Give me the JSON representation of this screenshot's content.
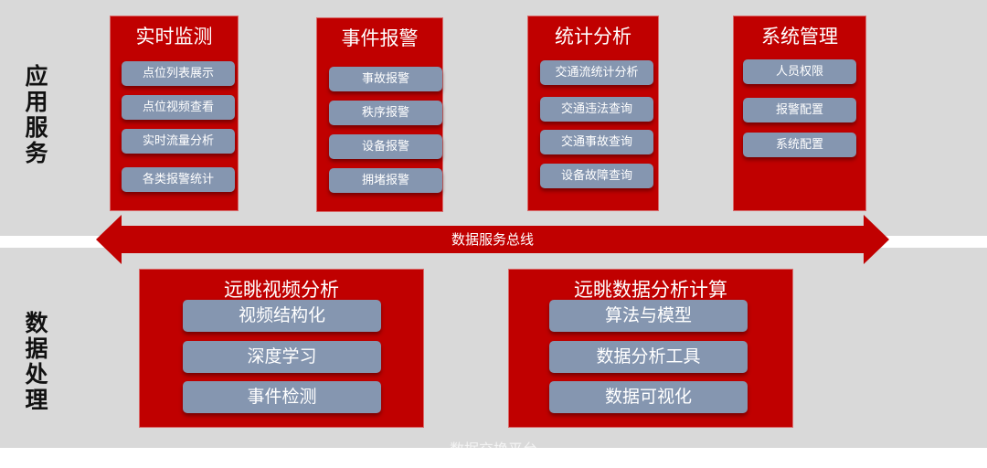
{
  "layers": {
    "app": "应用服务",
    "data": "数据处理"
  },
  "app_panels": [
    {
      "title": "实时监测",
      "items": [
        "点位列表展示",
        "点位视频查看",
        "实时流量分析",
        "各类报警统计"
      ]
    },
    {
      "title": "事件报警",
      "items": [
        "事故报警",
        "秩序报警",
        "设备报警",
        "拥堵报警"
      ]
    },
    {
      "title": "统计分析",
      "items": [
        "交通流统计分析",
        "交通违法查询",
        "交通事故查询",
        "设备故障查询"
      ]
    },
    {
      "title": "系统管理",
      "items": [
        "人员权限",
        "报警配置",
        "系统配置"
      ]
    }
  ],
  "bus": {
    "label": "数据服务总线"
  },
  "data_panels": [
    {
      "title": "远眺视频分析",
      "items": [
        "视频结构化",
        "深度学习",
        "事件检测"
      ]
    },
    {
      "title": "远眺数据分析计算",
      "items": [
        "算法与模型",
        "数据分析工具",
        "数据可视化"
      ]
    }
  ],
  "footer_cut_label": "数据交换平台",
  "colors": {
    "panel": "#c00000",
    "button": "#8596b0",
    "band": "#d9d9d9"
  }
}
